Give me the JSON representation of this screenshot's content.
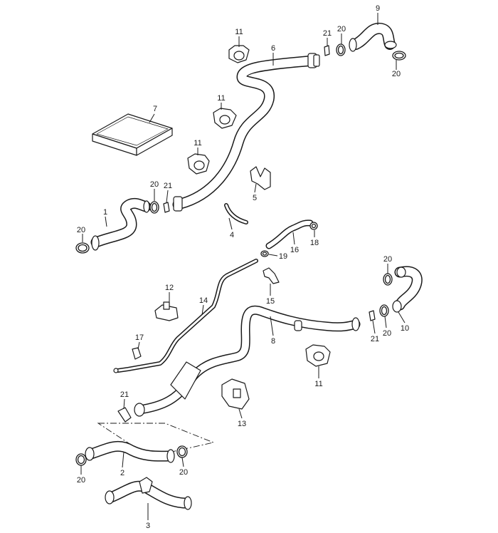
{
  "diagram": {
    "callouts": [
      {
        "id": "c-9-top",
        "label": "9"
      },
      {
        "id": "c-11-a",
        "label": "11"
      },
      {
        "id": "c-21-a",
        "label": "21"
      },
      {
        "id": "c-20-a",
        "label": "20"
      },
      {
        "id": "c-6",
        "label": "6"
      },
      {
        "id": "c-20-b",
        "label": "20"
      },
      {
        "id": "c-11-b",
        "label": "11"
      },
      {
        "id": "c-7",
        "label": "7"
      },
      {
        "id": "c-11-c",
        "label": "11"
      },
      {
        "id": "c-20-c",
        "label": "20"
      },
      {
        "id": "c-21-b",
        "label": "21"
      },
      {
        "id": "c-5",
        "label": "5"
      },
      {
        "id": "c-1",
        "label": "1"
      },
      {
        "id": "c-20-d",
        "label": "20"
      },
      {
        "id": "c-4",
        "label": "4"
      },
      {
        "id": "c-18",
        "label": "18"
      },
      {
        "id": "c-16",
        "label": "16"
      },
      {
        "id": "c-19",
        "label": "19"
      },
      {
        "id": "c-20-e",
        "label": "20"
      },
      {
        "id": "c-15",
        "label": "15"
      },
      {
        "id": "c-12",
        "label": "12"
      },
      {
        "id": "c-14",
        "label": "14"
      },
      {
        "id": "c-8",
        "label": "8"
      },
      {
        "id": "c-21-c",
        "label": "21"
      },
      {
        "id": "c-20-f",
        "label": "20"
      },
      {
        "id": "c-10",
        "label": "10"
      },
      {
        "id": "c-17",
        "label": "17"
      },
      {
        "id": "c-11-d",
        "label": "11"
      },
      {
        "id": "c-21-d",
        "label": "21"
      },
      {
        "id": "c-13",
        "label": "13"
      },
      {
        "id": "c-20-g",
        "label": "20"
      },
      {
        "id": "c-2",
        "label": "2"
      },
      {
        "id": "c-20-h",
        "label": "20"
      },
      {
        "id": "c-3",
        "label": "3"
      }
    ]
  }
}
